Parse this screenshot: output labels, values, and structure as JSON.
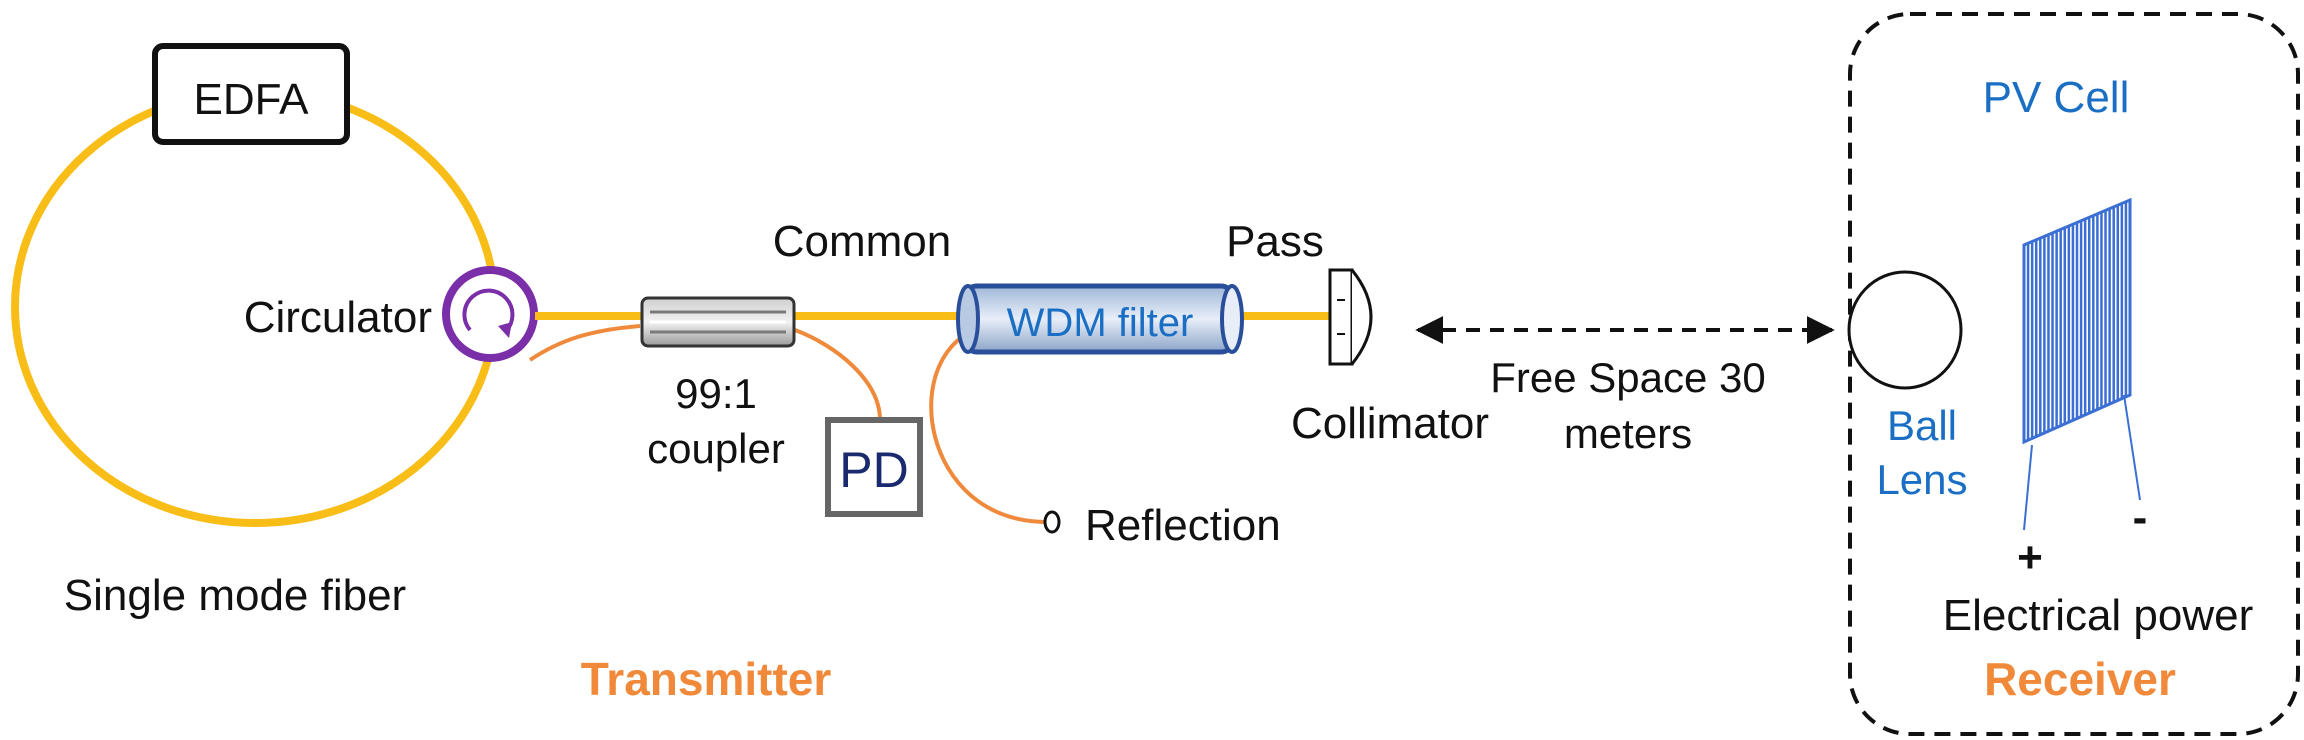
{
  "labels": {
    "edfa": "EDFA",
    "circulator": "Circulator",
    "single_mode_fiber": "Single mode fiber",
    "coupler_ratio": "99:1",
    "coupler": "coupler",
    "pd": "PD",
    "common": "Common",
    "wdm_filter": "WDM filter",
    "reflection": "Reflection",
    "pass": "Pass",
    "collimator": "Collimator",
    "free_space_line1": "Free Space 30",
    "free_space_line2": "meters",
    "transmitter": "Transmitter",
    "pv_cell": "PV Cell",
    "ball": "Ball",
    "lens": "Lens",
    "plus": "+",
    "minus": "-",
    "electrical_power": "Electrical power",
    "receiver": "Receiver"
  },
  "colors": {
    "fiber": "#f8bd16",
    "tap_fiber": "#ef8a3c",
    "circulator": "#7a2ea8",
    "wdm": "#2a4f9a",
    "pv_cell": "#3b6fd4",
    "label_blue": "#1a6fc4",
    "label_orange": "#f0893a"
  }
}
